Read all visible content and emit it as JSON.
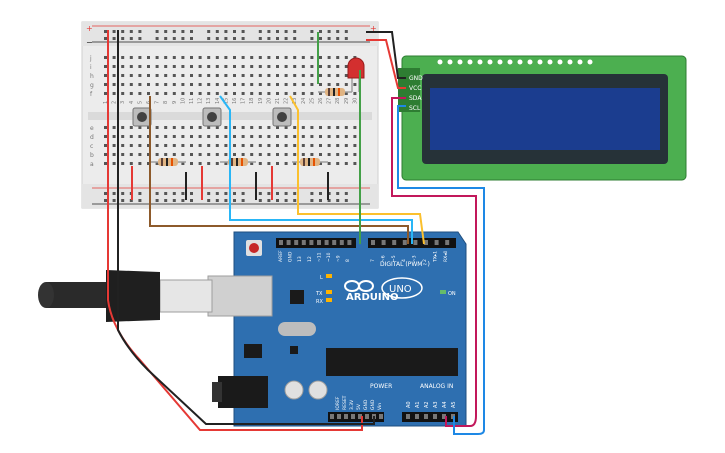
{
  "breadboard": {
    "row_letters_top": [
      "j",
      "i",
      "h",
      "g",
      "f"
    ],
    "row_letters_bottom": [
      "e",
      "d",
      "c",
      "b",
      "a"
    ],
    "column_numbers": [
      "1",
      "2",
      "3",
      "4",
      "5",
      "6",
      "7",
      "8",
      "9",
      "10",
      "11",
      "12",
      "13",
      "14",
      "15",
      "16",
      "17",
      "18",
      "19",
      "20",
      "21",
      "22",
      "23",
      "24",
      "25",
      "26",
      "27",
      "28",
      "29",
      "30"
    ],
    "rail_plus": "+",
    "rail_minus": "−"
  },
  "lcd": {
    "pins": [
      "GND",
      "VCC",
      "SDA",
      "SCL"
    ],
    "bezel_color": "#4caf50",
    "screen_color": "#1b3d8f"
  },
  "arduino": {
    "logo_text": "ARDUINO",
    "model_text": "UNO",
    "digital_label": "DIGITAL (PWM~)",
    "digital_pins": [
      "AREF",
      "GND",
      "13",
      "12",
      "~11",
      "~10",
      "~9",
      "8",
      "7",
      "~6",
      "~5",
      "4",
      "~3",
      "2",
      "TX▸1",
      "RX◂0"
    ],
    "power_label": "POWER",
    "analog_label": "ANALOG IN",
    "power_pins": [
      "IOREF",
      "RESET",
      "3.3V",
      "5V",
      "GND",
      "GND",
      "Vin"
    ],
    "analog_pins": [
      "A0",
      "A1",
      "A2",
      "A3",
      "A4",
      "A5"
    ],
    "led_labels": [
      "L",
      "TX",
      "RX"
    ],
    "on_label": "ON",
    "board_color": "#2e6fb0"
  },
  "components": {
    "buttons": 3,
    "resistors": 4,
    "led_color": "#d32f2f"
  },
  "wire_colors": {
    "red": "#e53935",
    "black": "#212121",
    "brown": "#8d5a2b",
    "cyan": "#29b6f6",
    "yellow": "#fbc02d",
    "green": "#43a047",
    "magenta": "#c2185b",
    "blue": "#1e88e5"
  }
}
